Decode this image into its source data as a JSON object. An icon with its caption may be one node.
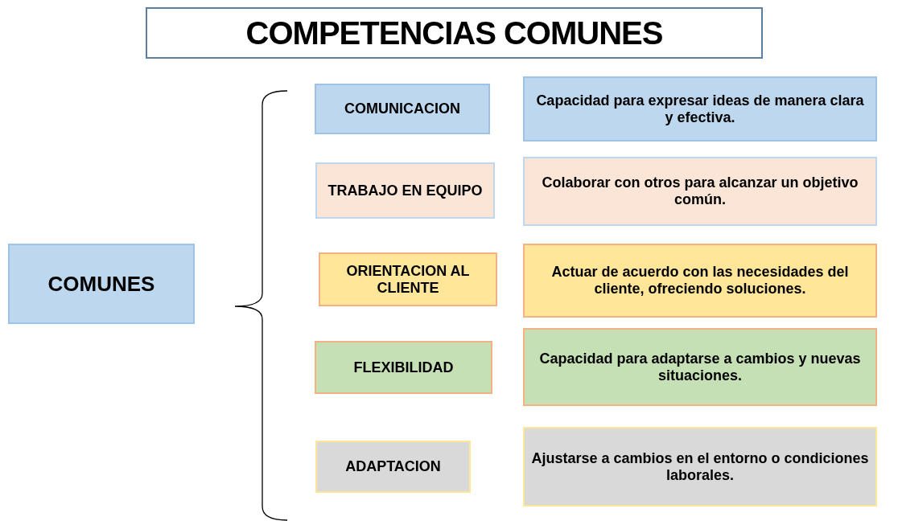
{
  "diagram": {
    "title": "COMPETENCIAS COMUNES",
    "nodes": [
      {
        "text": [
          "COMUNES"
        ]
      },
      {
        "text": [
          "COMUNICACION"
        ]
      },
      {
        "text": [
          "TRABAJO EN EQUIPO"
        ]
      },
      {
        "text": [
          "ORIENTACION AL CLIENTE"
        ]
      },
      {
        "text": [
          "FLEXIBILIDAD"
        ]
      },
      {
        "text": [
          "ADAPTACION"
        ]
      },
      {
        "text": [
          "Capacidad para expresar ideas de manera clara y efectiva."
        ]
      },
      {
        "text": [
          "Colaborar con otros para alcanzar un objetivo común."
        ]
      },
      {
        "text": [
          "Actuar de acuerdo con las necesidades del cliente, ofreciendo soluciones."
        ]
      },
      {
        "text": [
          "Capacidad para adaptarse a cambios y nuevas situaciones."
        ]
      },
      {
        "text": [
          "Ajustarse a cambios en el entorno o condiciones laborales."
        ]
      }
    ],
    "edges": []
  }
}
